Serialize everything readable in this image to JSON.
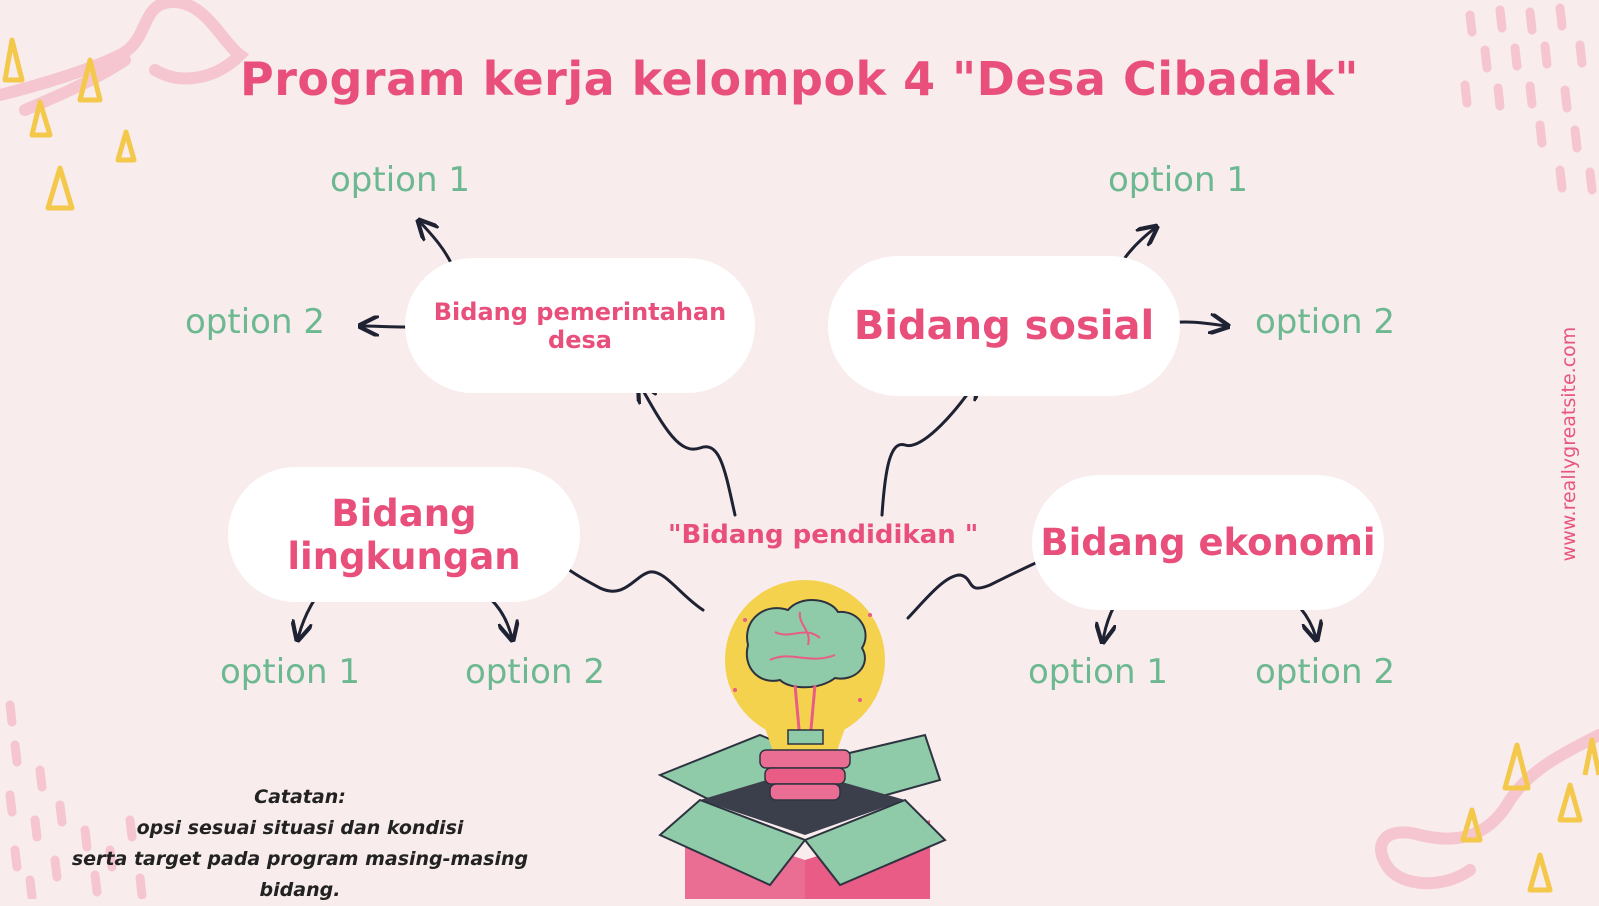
{
  "title": "Program kerja kelompok 4 \"Desa Cibadak\"",
  "center_topic": "\"Bidang pendidikan \"",
  "branches": {
    "pemerintahan": {
      "label": "Bidang pemerintahan desa",
      "option1": "option 1",
      "option2": "option 2"
    },
    "sosial": {
      "label": "Bidang sosial",
      "option1": "option 1",
      "option2": "option 2"
    },
    "lingkungan": {
      "label": "Bidang lingkungan",
      "option1": "option 1",
      "option2": "option 2"
    },
    "ekonomi": {
      "label": "Bidang ekonomi",
      "option1": "option 1",
      "option2": "option 2"
    }
  },
  "note": {
    "heading": "Catatan:",
    "line1": "opsi sesuai situasi dan kondisi",
    "line2": "serta target pada program masing-masing bidang."
  },
  "website": "www.reallygreatsite.com",
  "colors": {
    "background": "#f8ecec",
    "accent_pink": "#e84f7b",
    "option_green": "#6cb891",
    "deco_yellow": "#f4c84a",
    "box_green": "#8fcaa9",
    "bulb_yellow": "#f4d24e"
  },
  "icons": [
    "lightbulb-brain-icon",
    "open-box-icon",
    "arrow-icon"
  ]
}
